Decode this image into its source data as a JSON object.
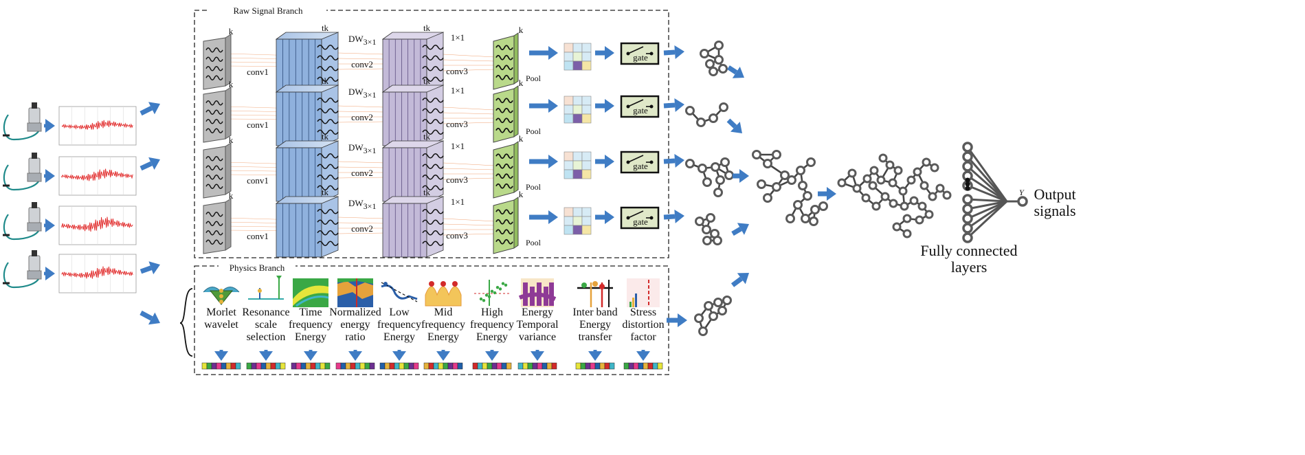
{
  "diagram": {
    "raw_branch": {
      "title": "Raw Signal Branch",
      "kernel_label": "k",
      "tk_label": "tk",
      "conv1_label": "conv1",
      "dw_main": "DW",
      "dw_sub": "3×1",
      "conv2_label": "conv2",
      "one_by_one_label": "1×1",
      "conv3_label": "conv3",
      "pool_label": "Pool",
      "gate_label": "gate",
      "rows": 4
    },
    "physics_branch": {
      "title": "Physics Branch",
      "features": [
        {
          "lines": [
            "Morlet",
            "wavelet"
          ],
          "icon": "morlet-wavelet-icon"
        },
        {
          "lines": [
            "Resonance",
            "scale",
            "selection"
          ],
          "icon": "resonance-scale-icon"
        },
        {
          "lines": [
            "Time",
            "frequency",
            "Energy"
          ],
          "icon": "time-frequency-energy-icon"
        },
        {
          "lines": [
            "Normalized",
            "energy",
            "ratio"
          ],
          "icon": "normalized-energy-ratio-icon"
        },
        {
          "lines": [
            "Low",
            "frequency",
            "Energy"
          ],
          "icon": "low-frequency-energy-icon"
        },
        {
          "lines": [
            "Mid",
            "frequency",
            "Energy"
          ],
          "icon": "mid-frequency-energy-icon"
        },
        {
          "lines": [
            "High",
            "frequency",
            "Energy"
          ],
          "icon": "high-frequency-energy-icon"
        },
        {
          "lines": [
            "Energy",
            "Temporal",
            "variance"
          ],
          "icon": "energy-temporal-variance-icon"
        },
        {
          "lines": [
            "Inter band",
            "Energy",
            "transfer"
          ],
          "icon": "inter-band-energy-transfer-icon"
        },
        {
          "lines": [
            "Stress",
            "distortion",
            "factor"
          ],
          "icon": "stress-distortion-factor-icon"
        }
      ]
    },
    "sensors": {
      "count": 4
    },
    "fully_connected": {
      "lines": [
        "Fully connected",
        "layers"
      ]
    },
    "output": {
      "y_label": "Y",
      "lines": [
        "Output",
        "signals"
      ]
    },
    "colors": {
      "arrow": "#3f7cc4",
      "conv1_block": "#bdbdbd",
      "conv2_block": "#8fb1dd",
      "conv3_block": "#c3bad8",
      "pool_block": "#b9d98a",
      "gate_fill": "#dfe8c8",
      "node": "#5a5a5a",
      "signal_red": "#e02020"
    }
  }
}
